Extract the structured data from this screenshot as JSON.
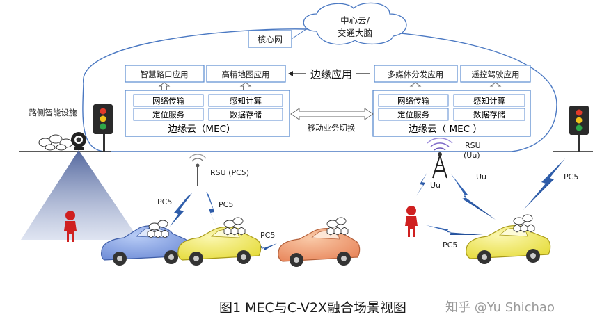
{
  "top": {
    "core_network": "核心网",
    "center_cloud_line1": "中心云/",
    "center_cloud_line2": "交通大脑"
  },
  "edge_apps": {
    "label": "边缘应用",
    "left": [
      "智慧路口应用",
      "高精地图应用"
    ],
    "right": [
      "多媒体分发应用",
      "遥控驾驶应用"
    ]
  },
  "mec_left": {
    "services": [
      "网络传输",
      "感知计算",
      "定位服务",
      "数据存储"
    ],
    "title": "边缘云（MEC）"
  },
  "mec_right": {
    "services": [
      "网络传输",
      "感知计算",
      "定位服务",
      "数据存储"
    ],
    "title": "边缘云（ MEC ）"
  },
  "handover_label": "移动业务切换",
  "roadside_label": "路侧智能设施",
  "rsu_left": "RSU (PC5)",
  "rsu_right_line1": "RSU",
  "rsu_right_line2": "(Uu)",
  "links": {
    "pc5": "PC5",
    "uu": "Uu"
  },
  "caption": {
    "title": "图1  MEC与C-V2X融合场景视图",
    "watermark": "知乎 @Yu Shichao"
  },
  "colors": {
    "box_border": "#5b8bd0",
    "arrow_fill": "#ffffff",
    "lightning": "#2f5fa8",
    "car_blue": "#7f9fe0",
    "car_yellow": "#f4ec6a",
    "car_orange": "#f0a070",
    "person": "#d02020",
    "beam": "#8a9cc8"
  }
}
